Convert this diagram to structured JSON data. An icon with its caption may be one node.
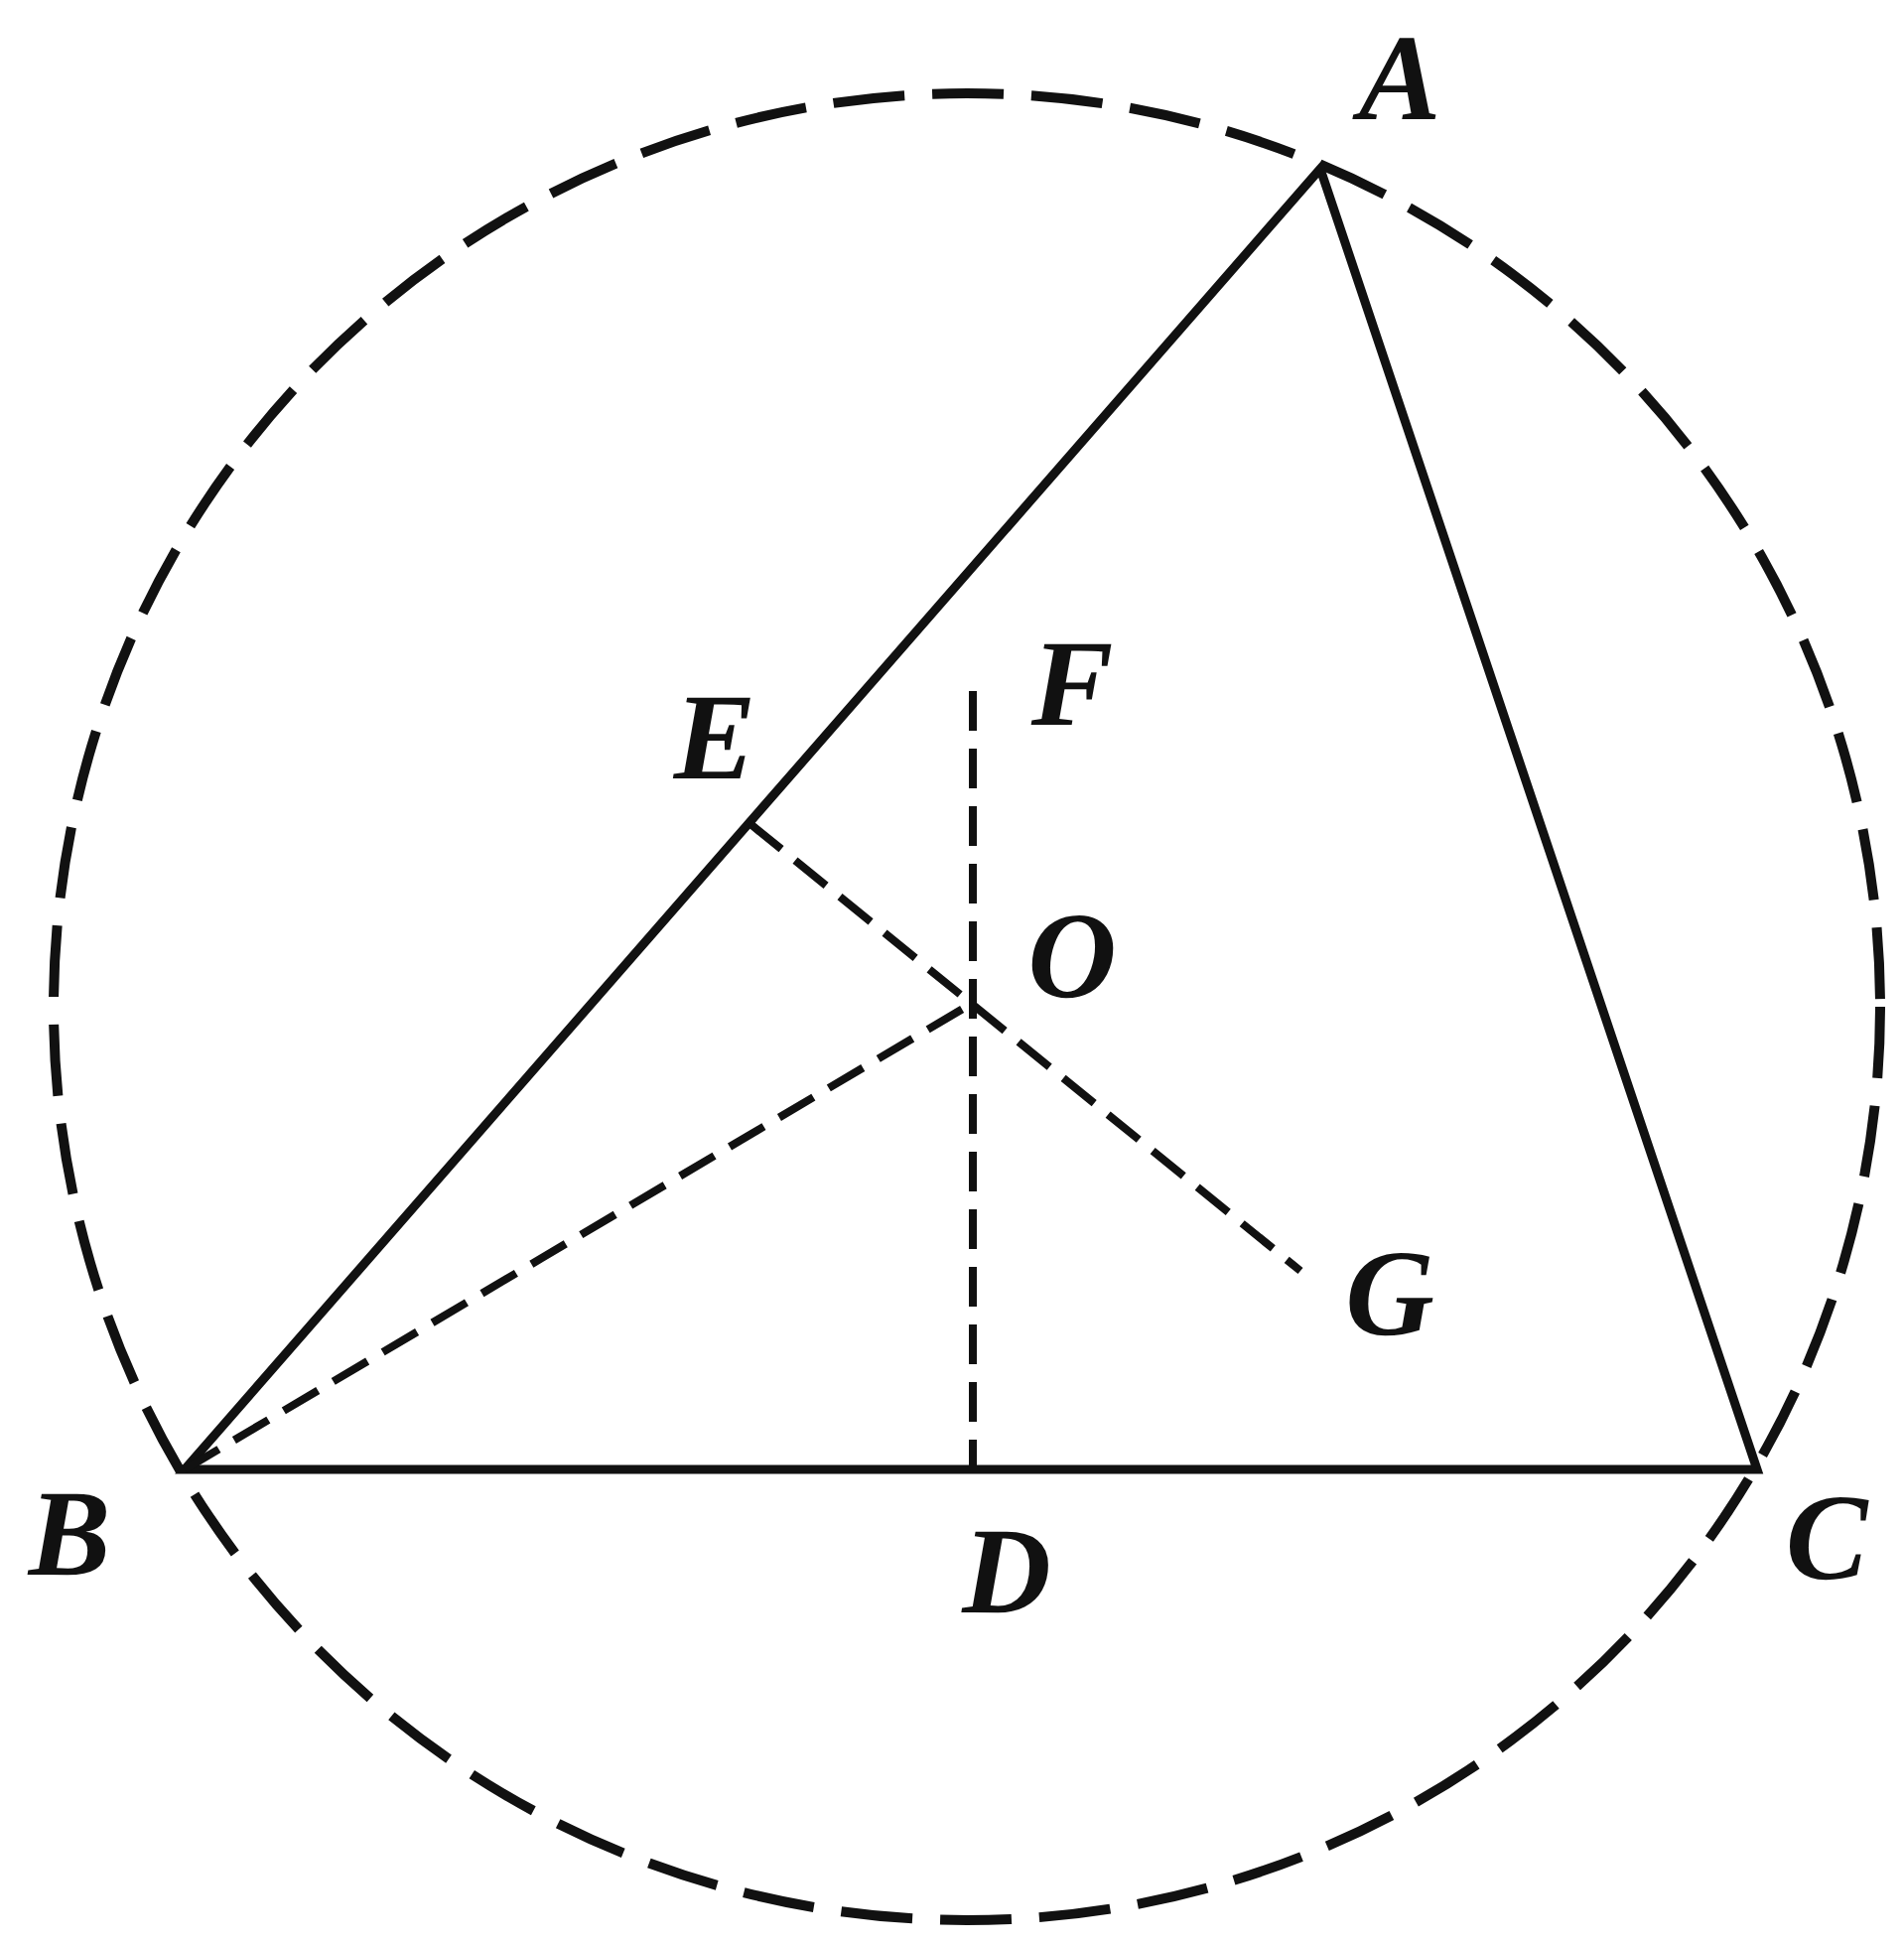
{
  "diagram": {
    "labels": [
      "A",
      "F",
      "E",
      "O",
      "G",
      "B",
      "D",
      "C"
    ]
  }
}
